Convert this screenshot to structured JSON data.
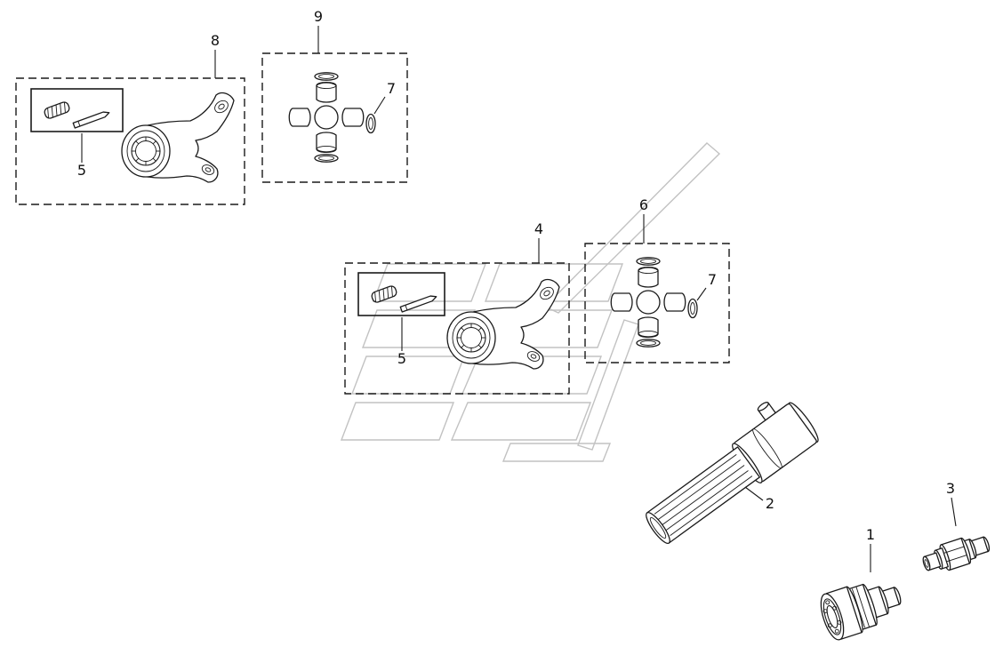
{
  "colors": {
    "line": "#1a1a1a",
    "watermark": "#c2c2c2",
    "background": "#ffffff"
  },
  "callouts": {
    "c1": "1",
    "c2": "2",
    "c3": "3",
    "c4": "4",
    "c5a": "5",
    "c5b": "5",
    "c6": "6",
    "c7a": "7",
    "c7b": "7",
    "c8": "8",
    "c9": "9"
  }
}
